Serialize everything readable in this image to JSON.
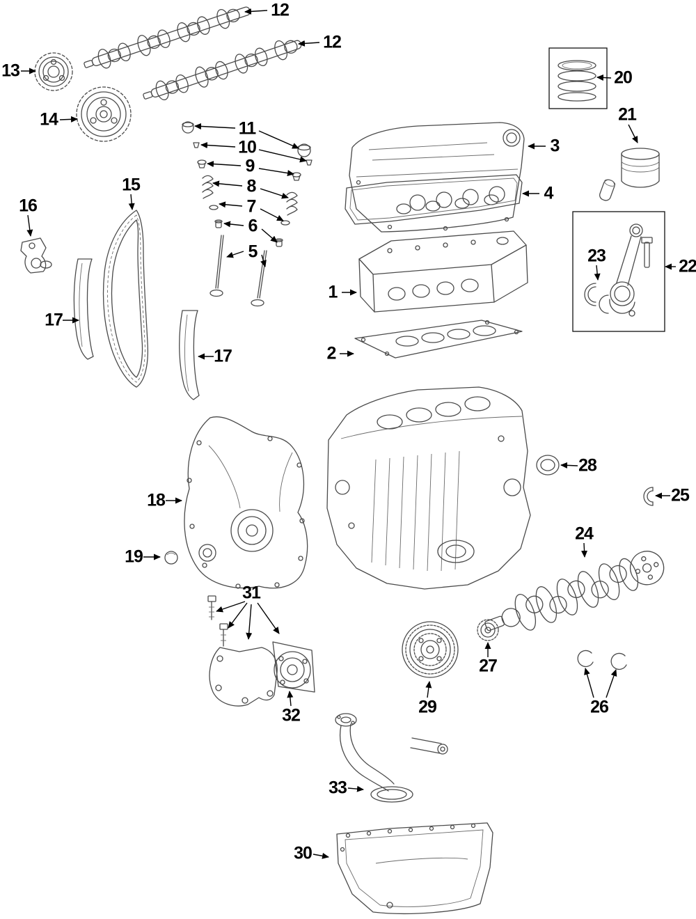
{
  "diagram": {
    "description": "Exploded engine parts diagram with numbered callouts",
    "colors": {
      "background": "#ffffff",
      "line_art": "#4a4a4a",
      "callout_text": "#000000"
    },
    "callouts": [
      {
        "id": "12-a",
        "label": "12"
      },
      {
        "id": "12-b",
        "label": "12"
      },
      {
        "id": "13",
        "label": "13"
      },
      {
        "id": "20",
        "label": "20"
      },
      {
        "id": "14",
        "label": "14"
      },
      {
        "id": "21",
        "label": "21"
      },
      {
        "id": "11",
        "label": "11"
      },
      {
        "id": "10",
        "label": "10"
      },
      {
        "id": "3",
        "label": "3"
      },
      {
        "id": "9",
        "label": "9"
      },
      {
        "id": "8",
        "label": "8"
      },
      {
        "id": "4",
        "label": "4"
      },
      {
        "id": "15",
        "label": "15"
      },
      {
        "id": "7",
        "label": "7"
      },
      {
        "id": "16",
        "label": "16"
      },
      {
        "id": "6",
        "label": "6"
      },
      {
        "id": "22",
        "label": "22"
      },
      {
        "id": "5",
        "label": "5"
      },
      {
        "id": "23",
        "label": "23"
      },
      {
        "id": "1",
        "label": "1"
      },
      {
        "id": "17-a",
        "label": "17"
      },
      {
        "id": "2",
        "label": "2"
      },
      {
        "id": "17-b",
        "label": "17"
      },
      {
        "id": "28",
        "label": "28"
      },
      {
        "id": "25",
        "label": "25"
      },
      {
        "id": "18",
        "label": "18"
      },
      {
        "id": "24",
        "label": "24"
      },
      {
        "id": "19",
        "label": "19"
      },
      {
        "id": "31",
        "label": "31"
      },
      {
        "id": "27",
        "label": "27"
      },
      {
        "id": "29",
        "label": "29"
      },
      {
        "id": "32",
        "label": "32"
      },
      {
        "id": "26",
        "label": "26"
      },
      {
        "id": "33",
        "label": "33"
      },
      {
        "id": "30",
        "label": "30"
      }
    ]
  }
}
